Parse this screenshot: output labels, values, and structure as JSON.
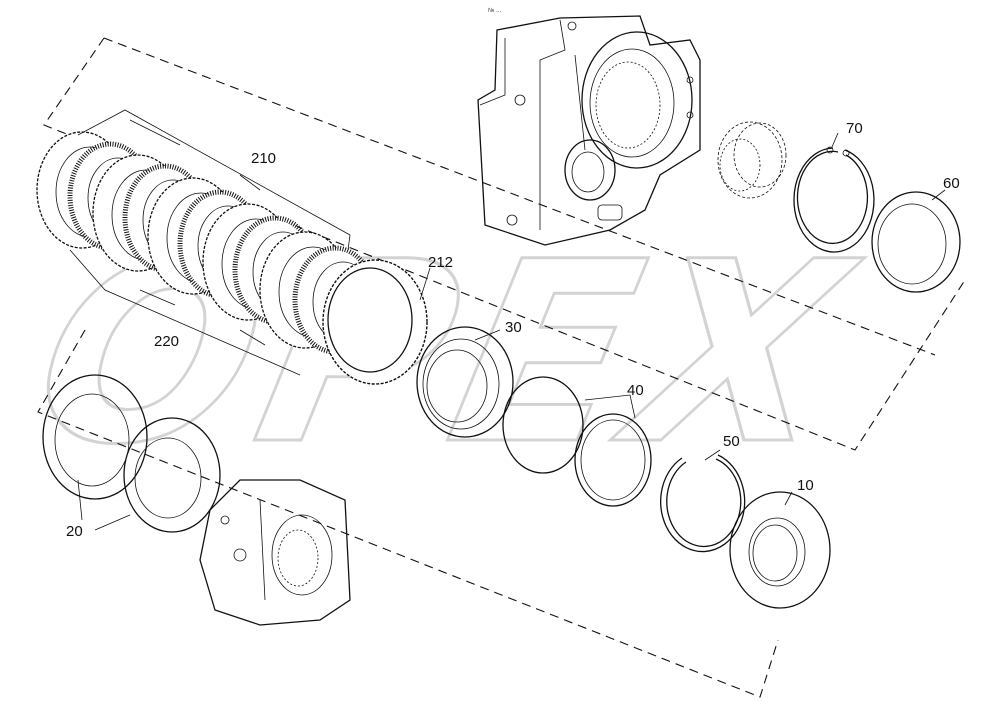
{
  "header_text": "№ ...",
  "watermark_text": "OPEX",
  "colors": {
    "ink": "#111111",
    "watermark": "#d9d9d9",
    "background": "#ffffff"
  },
  "callouts": [
    {
      "id": "c10",
      "label": "10"
    },
    {
      "id": "c20",
      "label": "20"
    },
    {
      "id": "c30",
      "label": "30"
    },
    {
      "id": "c40",
      "label": "40"
    },
    {
      "id": "c50",
      "label": "50"
    },
    {
      "id": "c60",
      "label": "60"
    },
    {
      "id": "c70",
      "label": "70"
    },
    {
      "id": "c210",
      "label": "210"
    },
    {
      "id": "c212",
      "label": "212"
    },
    {
      "id": "c220",
      "label": "220"
    }
  ]
}
